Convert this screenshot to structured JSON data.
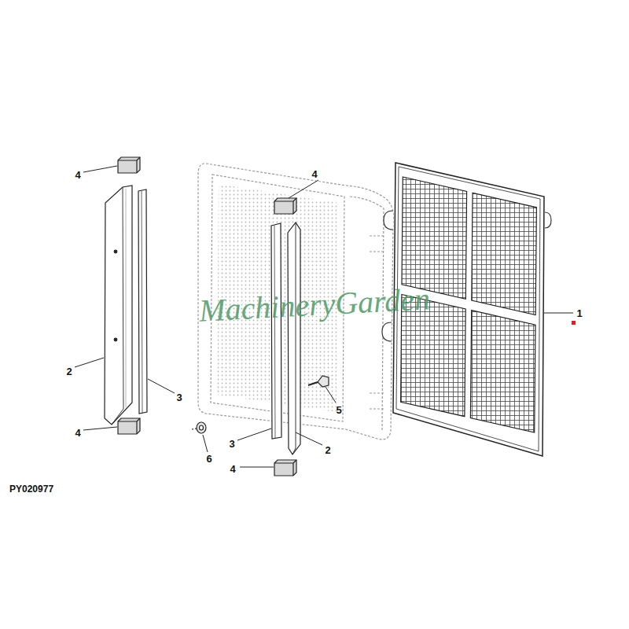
{
  "diagram": {
    "labels": [
      "4",
      "4",
      "1",
      "2",
      "3",
      "5",
      "4",
      "3",
      "2",
      "6",
      "4",
      "PY020977",
      "MachineryGarden"
    ]
  }
}
